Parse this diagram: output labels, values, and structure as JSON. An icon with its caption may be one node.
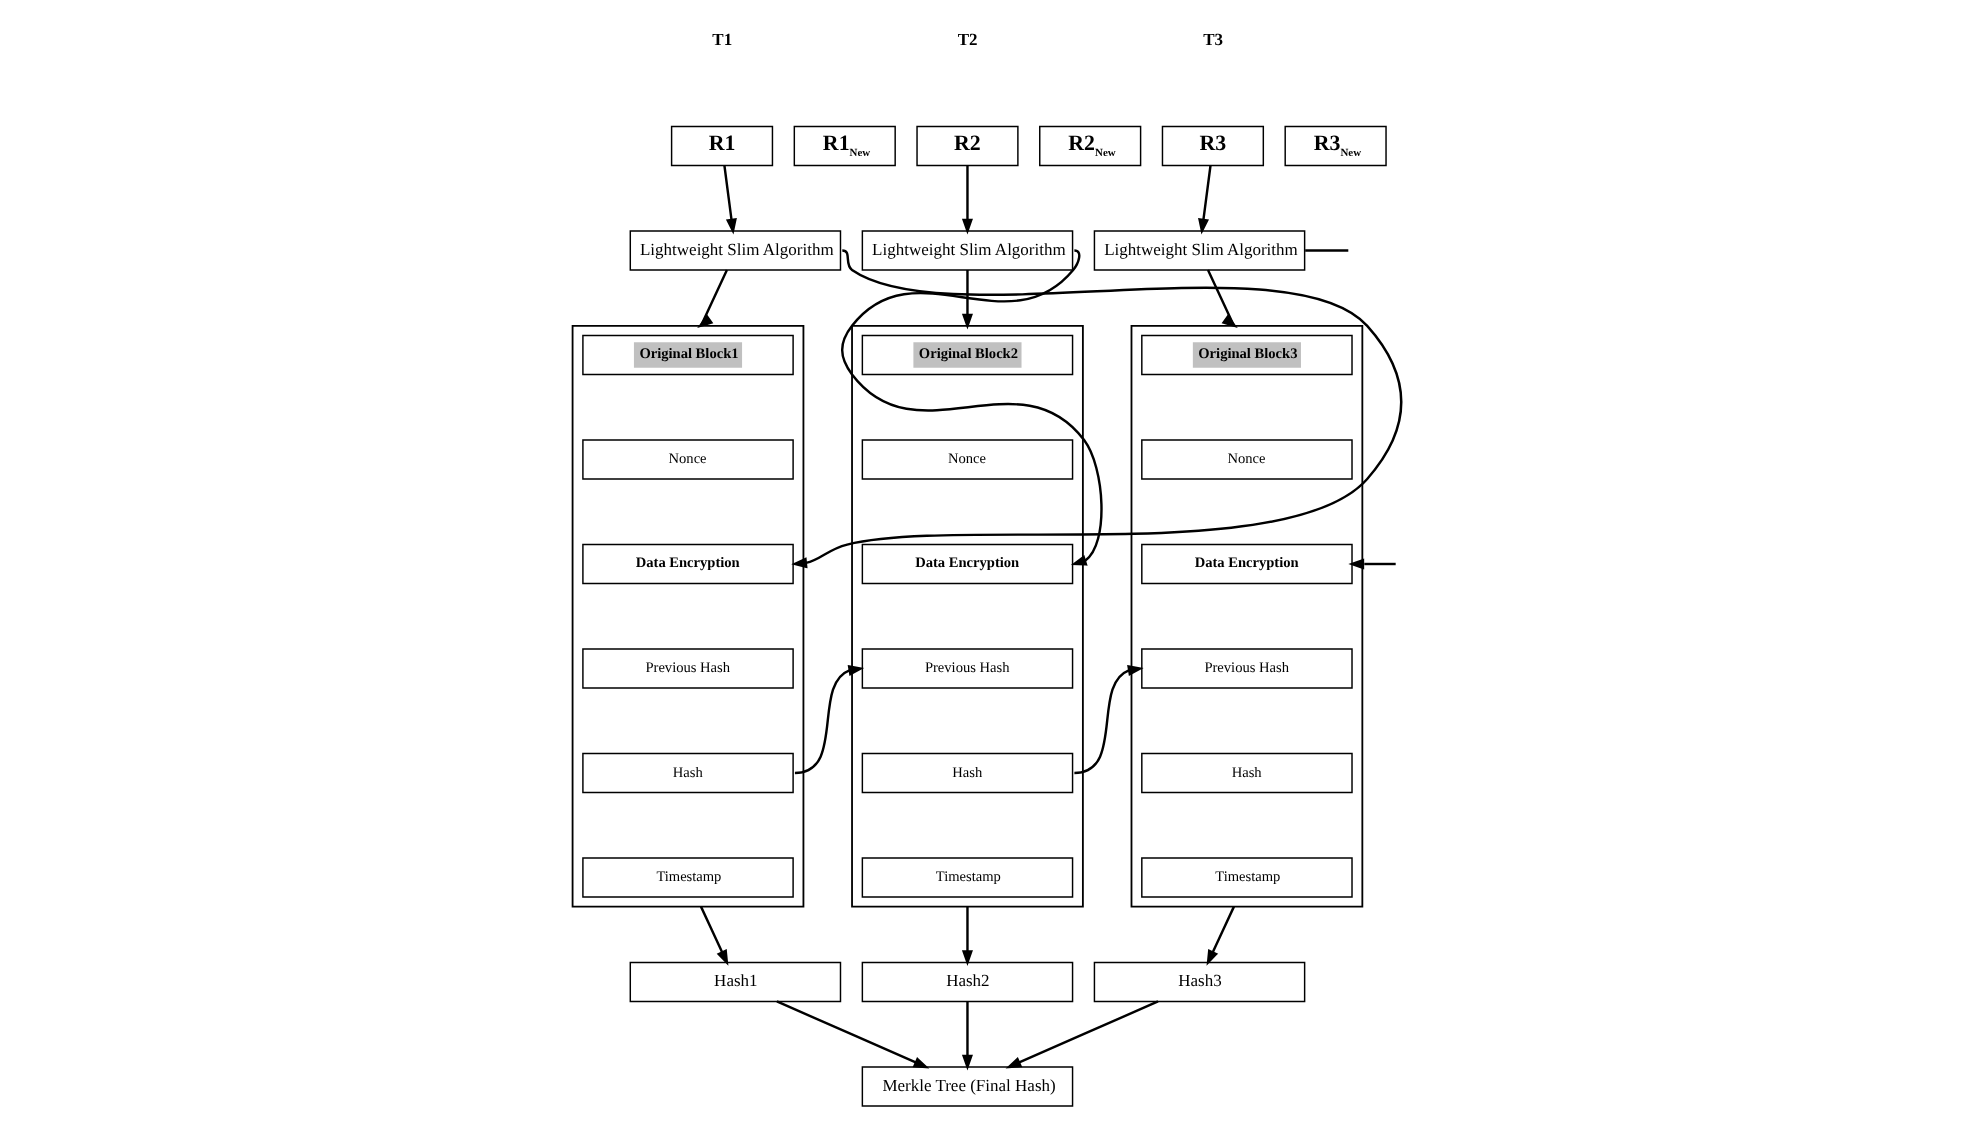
{
  "diagram": {
    "nodes": [
      {
        "text": [
          "R1"
        ]
      },
      {
        "text": [
          "R1$_{New}$"
        ]
      },
      {
        "text": [
          "Lightweight Slim Algorithm"
        ]
      },
      {
        "text": [],
        "shape": "box"
      },
      {
        "text": [
          "Original Block1"
        ],
        "in": 3
      },
      {
        "text": [
          "Nonce"
        ],
        "in": 3
      },
      {
        "text": [
          "Data Encryption"
        ],
        "in": 3
      },
      {
        "text": [
          "Previous Hash"
        ],
        "in": 3
      },
      {
        "text": [
          "Hash"
        ],
        "in": 3
      },
      {
        "text": [
          "Timestamp"
        ],
        "in": 3
      },
      {
        "text": [
          "Hash1"
        ]
      },
      {
        "text": [
          "R2"
        ]
      },
      {
        "text": [
          "R2$_{New}$"
        ]
      },
      {
        "text": [
          "Lightweight Slim Algorithm"
        ]
      },
      {
        "text": [],
        "shape": "box"
      },
      {
        "text": [
          "Original Block2"
        ],
        "in": 14
      },
      {
        "text": [
          "Nonce"
        ],
        "in": 14
      },
      {
        "text": [
          "Data Encryption"
        ],
        "in": 14
      },
      {
        "text": [
          "Previous Hash"
        ],
        "in": 14
      },
      {
        "text": [
          "Hash"
        ],
        "in": 14
      },
      {
        "text": [
          "Timestamp"
        ],
        "in": 14
      },
      {
        "text": [
          "Hash2"
        ]
      },
      {
        "text": [
          "R3"
        ]
      },
      {
        "text": [
          "R3$_{New}$"
        ]
      },
      {
        "text": [
          "Lightweight Slim Algorithm"
        ]
      },
      {
        "text": [],
        "shape": "box"
      },
      {
        "text": [
          "Original Block3"
        ],
        "in": 25
      },
      {
        "text": [
          "Nonce"
        ],
        "in": 25
      },
      {
        "text": [
          "Data Encryption"
        ],
        "in": 25
      },
      {
        "text": [
          "Previous Hash"
        ],
        "in": 25
      },
      {
        "text": [
          "Hash"
        ],
        "in": 25
      },
      {
        "text": [
          "Timestamp"
        ],
        "in": 25
      },
      {
        "text": [
          "Hash3"
        ]
      },
      {
        "text": [
          "Merkle Tree (Final Hash)"
        ]
      }
    ],
    "edges": [
      {
        "from": 0,
        "to": 2,
        "arrow": "to"
      },
      {
        "from": 2,
        "to": 3,
        "arrow": "to"
      },
      {
        "from": 2,
        "to": 6,
        "arrow": "to"
      },
      {
        "from": 8,
        "to": 18,
        "arrow": "to"
      },
      {
        "from": 3,
        "to": 10,
        "arrow": "to"
      },
      {
        "from": 11,
        "to": 13,
        "arrow": "to"
      },
      {
        "from": 13,
        "to": 14,
        "arrow": "to"
      },
      {
        "from": 13,
        "to": 17,
        "arrow": "to"
      },
      {
        "from": 19,
        "to": 29,
        "arrow": "to"
      },
      {
        "from": 14,
        "to": 21,
        "arrow": "to"
      },
      {
        "from": 22,
        "to": 24,
        "arrow": "to"
      },
      {
        "from": 24,
        "to": null,
        "arrow": "none"
      },
      {
        "from": 24,
        "to": 25,
        "arrow": "to"
      },
      {
        "from": null,
        "to": 28,
        "arrow": "to"
      },
      {
        "from": 25,
        "to": 32,
        "arrow": "to"
      },
      {
        "from": 10,
        "to": 33,
        "arrow": "to"
      },
      {
        "from": 21,
        "to": 33,
        "arrow": "to"
      },
      {
        "from": 32,
        "to": 33,
        "arrow": "to"
      }
    ],
    "labels": [
      "T1",
      "T2",
      "T3"
    ]
  }
}
